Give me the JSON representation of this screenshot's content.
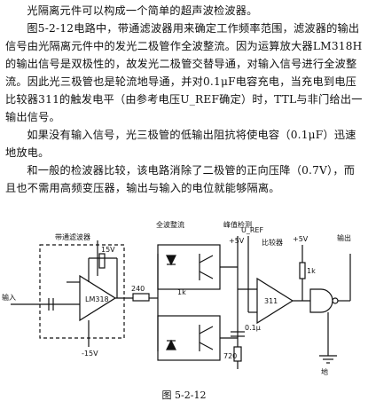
{
  "text": {
    "p1": "光隔离元件可以构成一个简单的超声波检波器。",
    "p2": "图5-2-12电路中，带通滤波器用来确定工作频率范围，滤波器的输出信号由光隔离元件中的发光二极管作全波整流。因为运算放大器LM318H的输出信号是双极性的，故发光二极管交替导通，对输入信号进行全波整流。因此光三极管也是轮流地导通，并对0.1μF电容充电，当充电到电压比较器311的触发电平（由参考电压U_REF确定）时，TTL与非门给出一输出信号。",
    "p3": "如果没有输入信号，光三极管的低输出阻抗将使电容（0.1μF）迅速地放电。",
    "p4": "和一般的检波器比较，该电路消除了二极管的正向压降（0.7V），而且也不需用高频变压器，输出与输入的电位就能够隔离。"
  },
  "circuit": {
    "label_bandpass": "带通滤波器",
    "label_fullwave": "全波整流",
    "label_peak": "峰值检测",
    "label_comparator": "比较器",
    "label_output": "输出",
    "label_input": "输入",
    "label_uref": "U_REF",
    "label_plus5v_1": "+5V",
    "label_plus5v_2": "+5V",
    "label_plus15v": "15V",
    "label_minus15v": "-15V",
    "label_opamp": "LM318",
    "label_r240": "240",
    "label_r1k_a": "1k",
    "label_r1k_b": "1k",
    "label_cap": "0.1μ",
    "label_r720": "720",
    "label_311": "311",
    "label_ground": "地"
  },
  "caption": "图 5-2-12"
}
